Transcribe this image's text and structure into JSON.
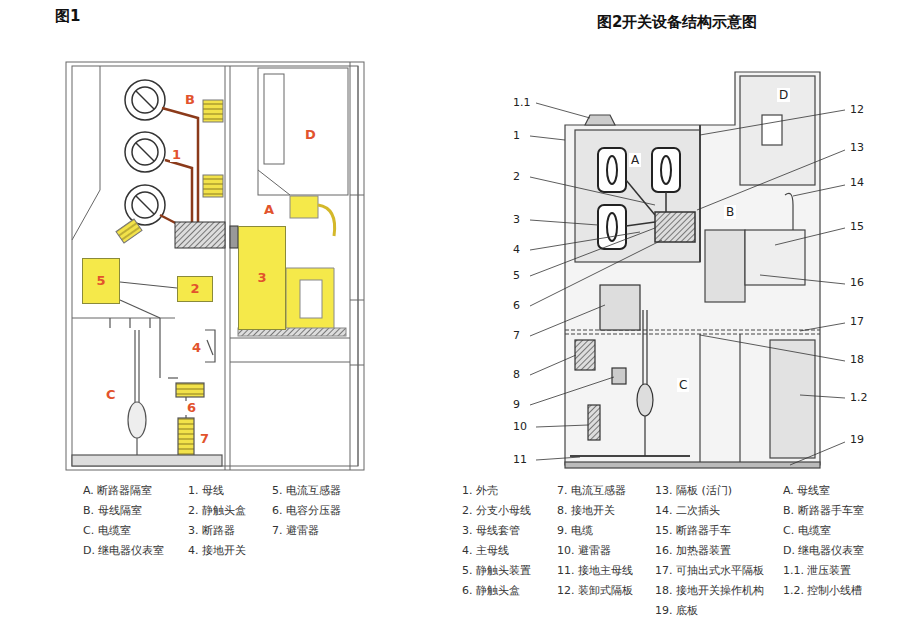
{
  "diagram": {
    "title": "图2开关设备结构示意图",
    "nodes": [
      {
        "text": [
          "3"
        ]
      },
      {
        "text": [
          "5"
        ]
      },
      {
        "text": [
          "2"
        ]
      }
    ],
    "labels": [
      "图1",
      "B",
      "1",
      "D",
      "A",
      "4",
      "C",
      "6",
      "7",
      "A. 断路器隔室",
      "B. 母线隔室",
      "C. 电缆室",
      "D. 继电器仪表室",
      "1. 母线",
      "2. 静触头盒",
      "3. 断路器",
      "4. 接地开关",
      "5. 电流互感器",
      "6. 电容分压器",
      "7. 避雷器",
      "1.1",
      "1",
      "2",
      "3",
      "4",
      "5",
      "6",
      "7",
      "8",
      "9",
      "10",
      "11",
      "12",
      "13",
      "14",
      "15",
      "16",
      "17",
      "18",
      "1.2",
      "19",
      "A",
      "B",
      "C",
      "D",
      "1. 外壳",
      "2. 分支小母线",
      "3. 母线套管",
      "4. 主母线",
      "5. 静触头装置",
      "6. 静触头盒",
      "7. 电流互感器",
      "8. 接地开关",
      "9. 电缆",
      "10. 避雷器",
      "11. 接地主母线",
      "12. 装卸式隔板",
      "13. 隔板 (活门)",
      "14. 二次插头",
      "15. 断路器手车",
      "16. 加热器装置",
      "17. 可抽出式水平隔板",
      "18. 接地开关操作机构",
      "19. 底板",
      "A. 母线室",
      "B. 断路器手车室",
      "C. 电缆室",
      "D. 继电器仪表室",
      "1.1. 泄压装置",
      "1.2. 控制小线槽"
    ]
  }
}
